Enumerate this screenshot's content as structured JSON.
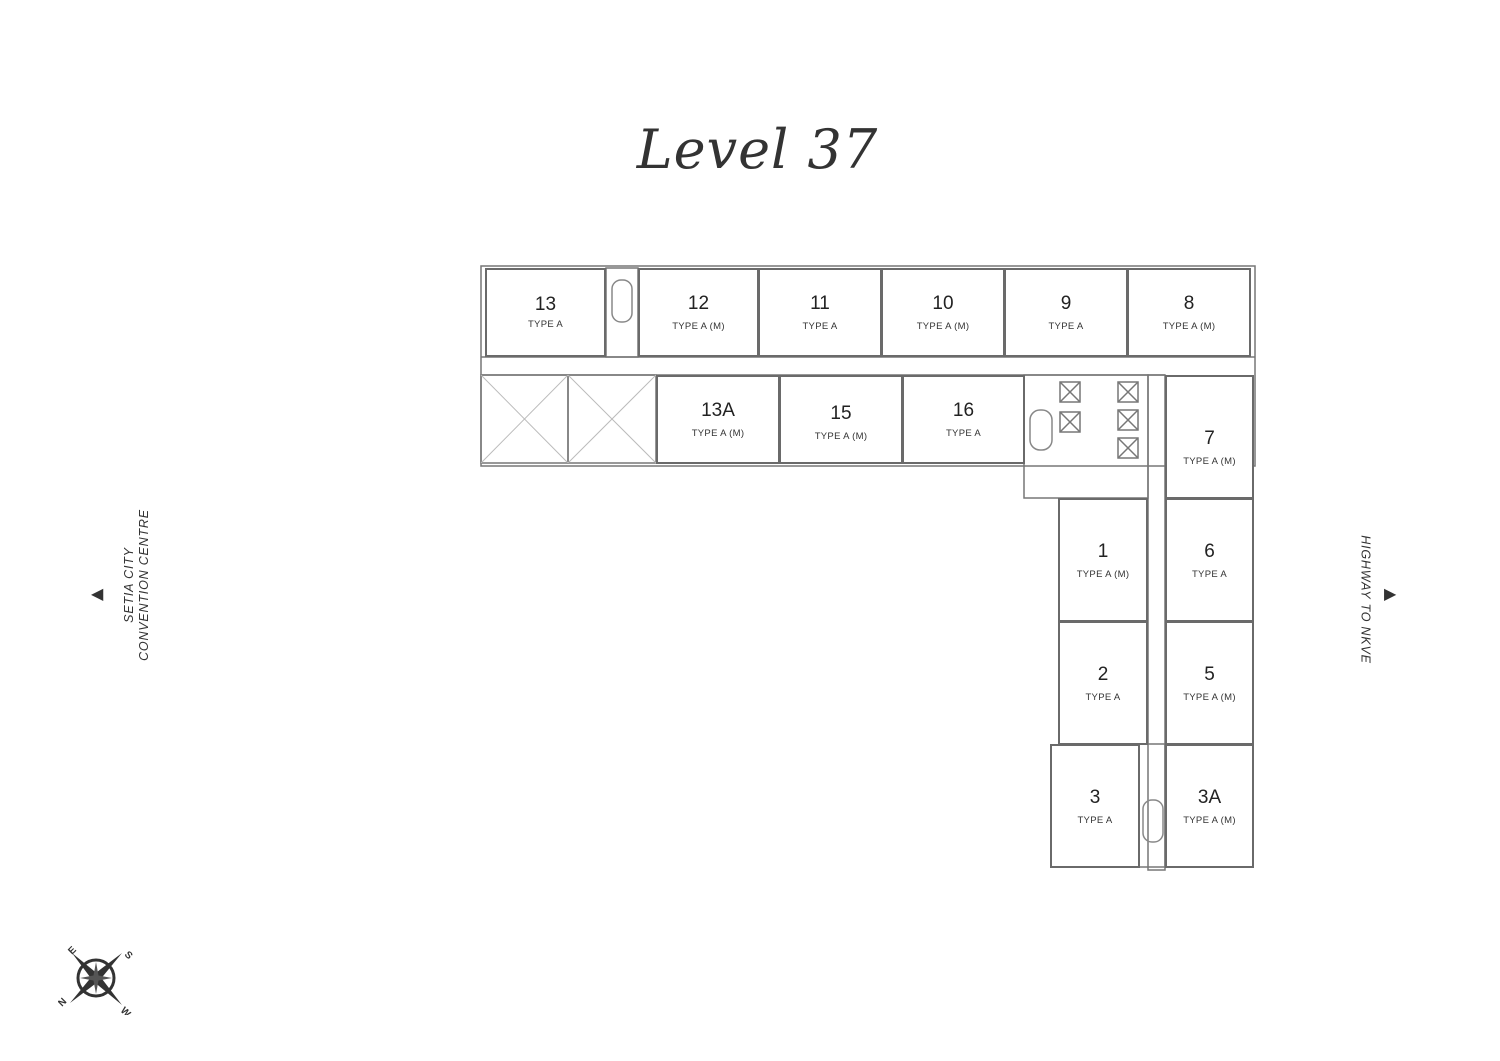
{
  "title": "Level 37",
  "directions": {
    "left_line1": "SETIA CITY",
    "left_line2": "CONVENTION CENTRE",
    "right": "HIGHWAY TO NKVE"
  },
  "compass": {
    "E": "E",
    "S": "S",
    "N": "N",
    "W": "W"
  },
  "units": [
    {
      "id": "13",
      "type": "TYPE A"
    },
    {
      "id": "12",
      "type": "TYPE A (M)"
    },
    {
      "id": "11",
      "type": "TYPE A"
    },
    {
      "id": "10",
      "type": "TYPE A (M)"
    },
    {
      "id": "9",
      "type": "TYPE A"
    },
    {
      "id": "8",
      "type": "TYPE A (M)"
    },
    {
      "id": "13A",
      "type": "TYPE A (M)"
    },
    {
      "id": "15",
      "type": "TYPE A (M)"
    },
    {
      "id": "16",
      "type": "TYPE A"
    },
    {
      "id": "7",
      "type": "TYPE A (M)"
    },
    {
      "id": "1",
      "type": "TYPE A (M)"
    },
    {
      "id": "6",
      "type": "TYPE A"
    },
    {
      "id": "2",
      "type": "TYPE A"
    },
    {
      "id": "5",
      "type": "TYPE A (M)"
    },
    {
      "id": "3",
      "type": "TYPE A"
    },
    {
      "id": "3A",
      "type": "TYPE A (M)"
    }
  ]
}
